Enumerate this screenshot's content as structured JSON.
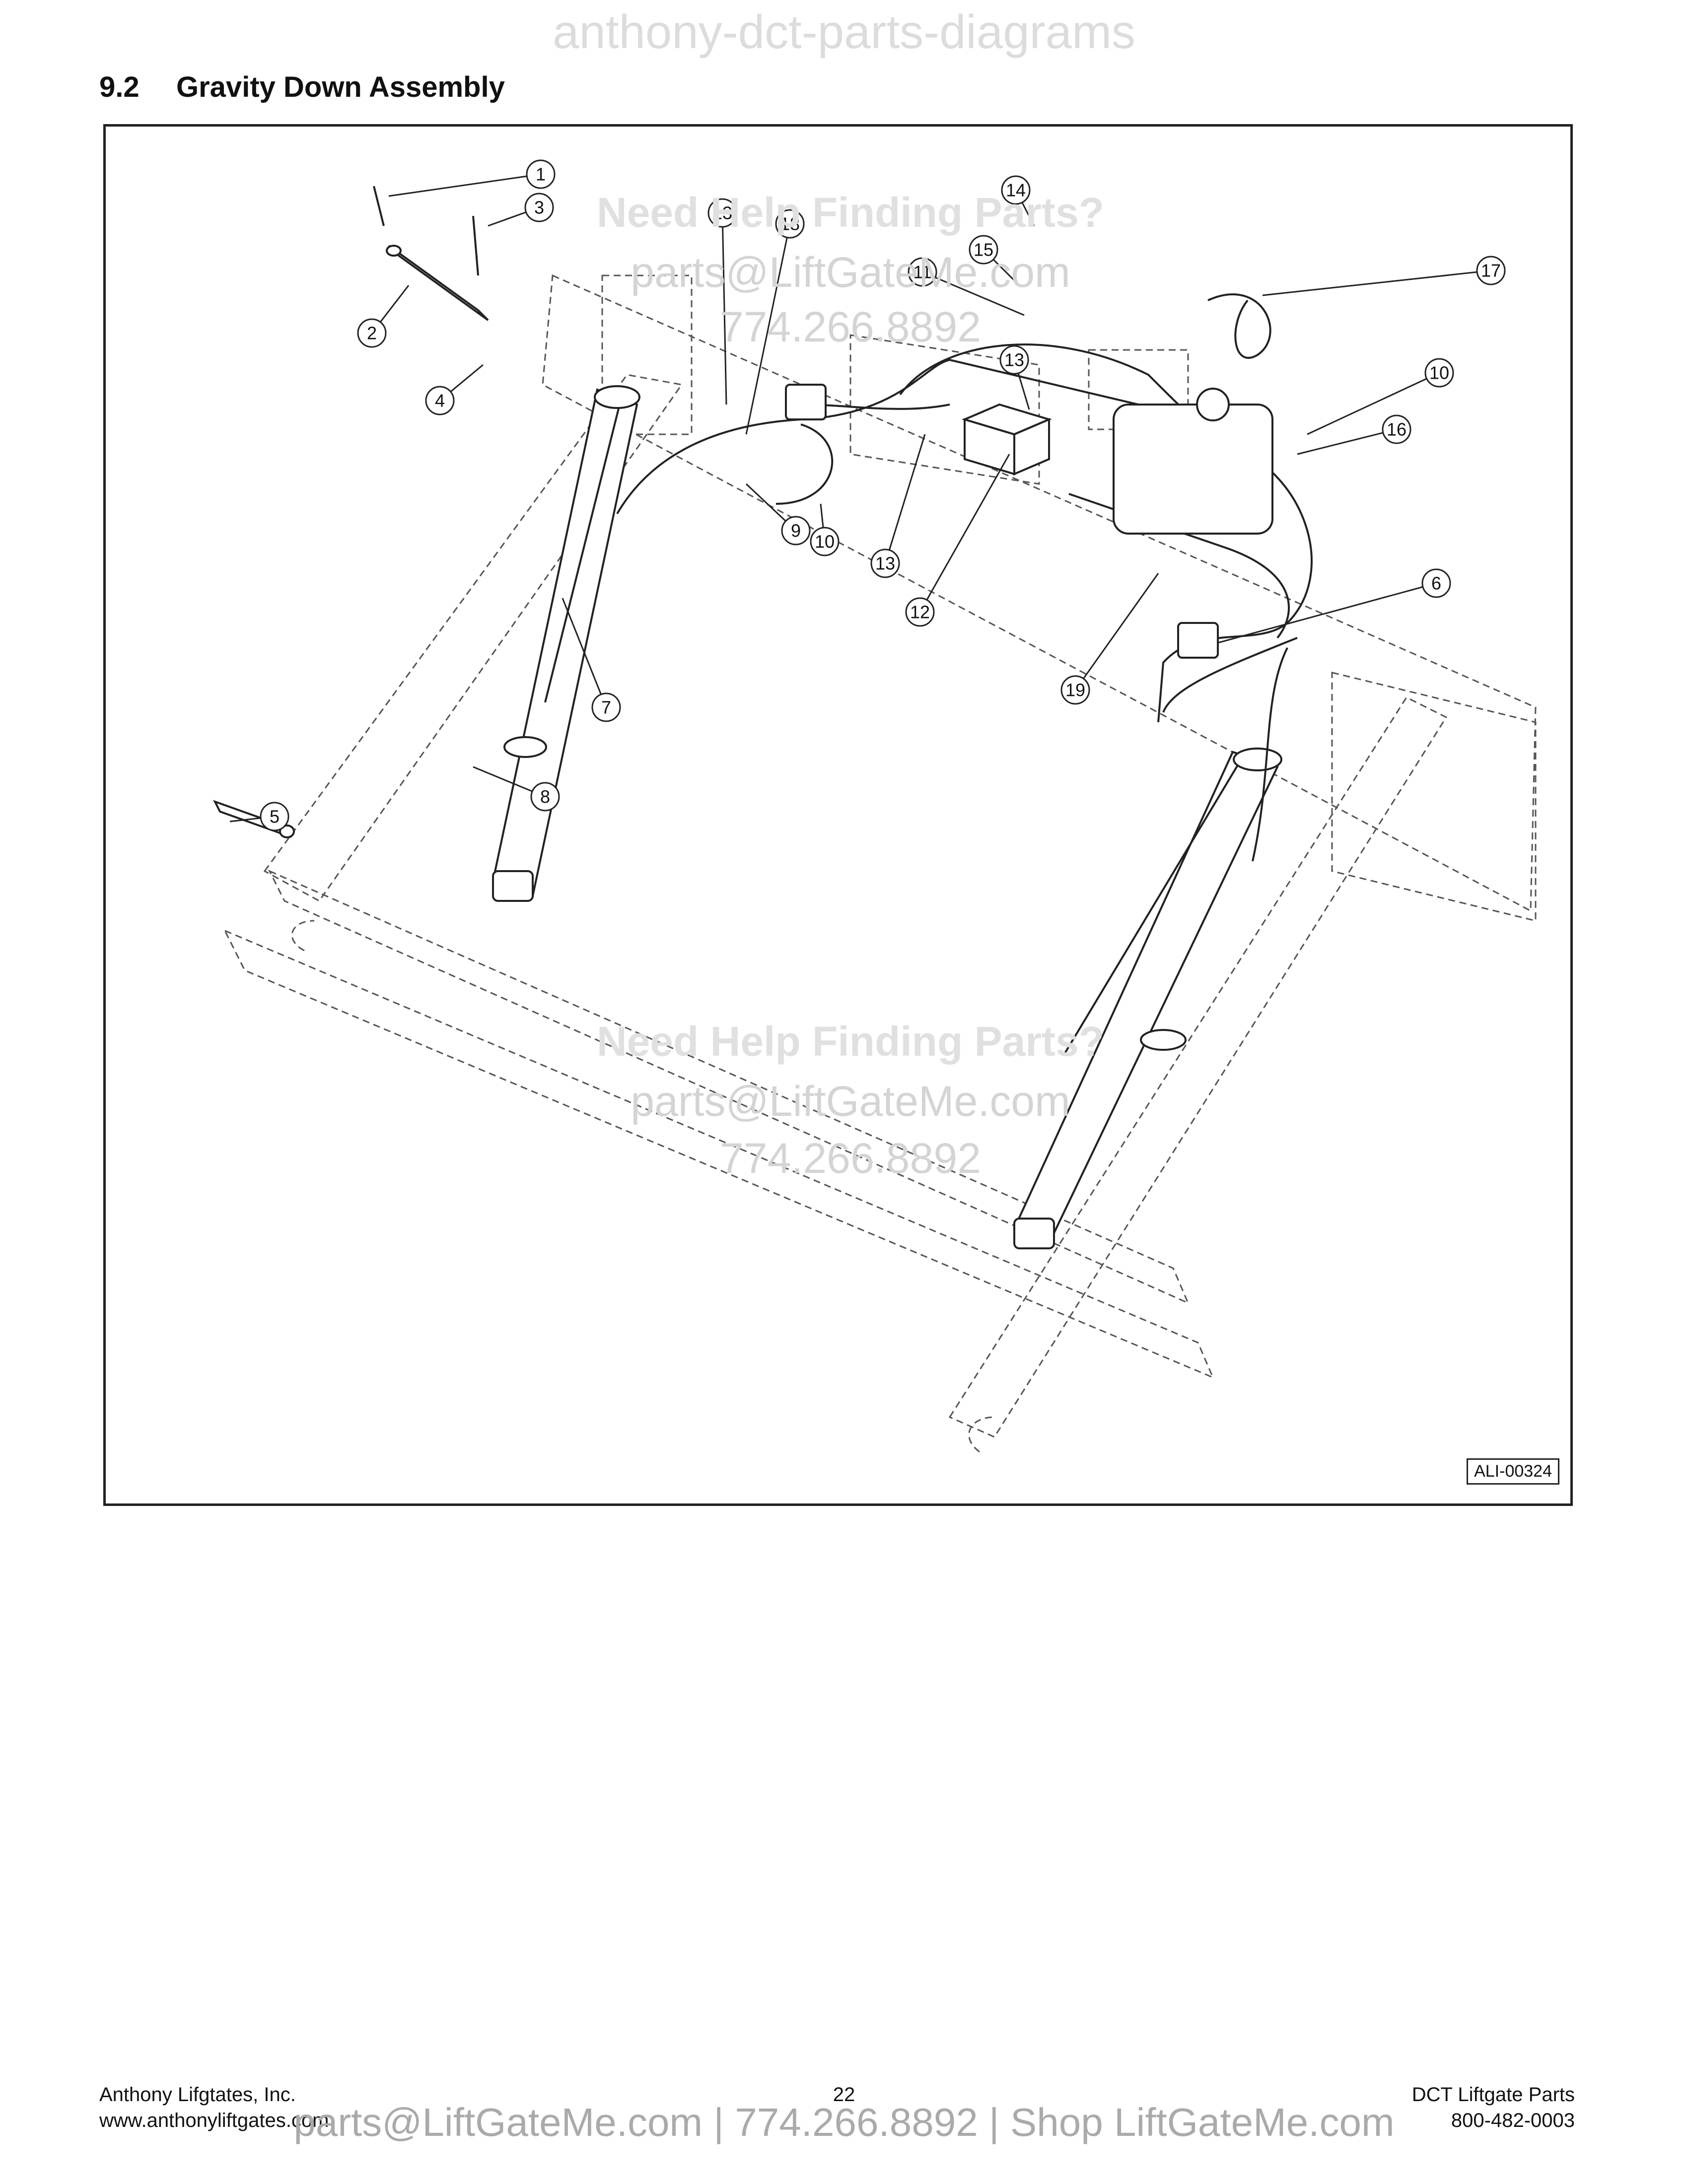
{
  "watermark_top": "anthony-dct-parts-diagrams",
  "section": {
    "number": "9.2",
    "title": "Gravity Down Assembly"
  },
  "watermarks": {
    "help": "Need Help Finding Parts?",
    "email": "parts@LiftGateMe.com",
    "phone": "774.266.8892"
  },
  "figure_id": "ALI-00324",
  "callouts": [
    "1",
    "2",
    "3",
    "4",
    "5",
    "6",
    "7",
    "8",
    "9",
    "10",
    "11",
    "12",
    "13",
    "14",
    "15",
    "16",
    "17",
    "18",
    "19"
  ],
  "footer": {
    "company": "Anthony Lifgtates, Inc.",
    "website": "www.anthonyliftgates.com",
    "page": "22",
    "doc_title": "DCT Liftgate Parts",
    "phone": "800-482-0003"
  },
  "watermark_bottom": "parts@LiftGateMe.com | 774.266.8892 | Shop LiftGateMe.com"
}
